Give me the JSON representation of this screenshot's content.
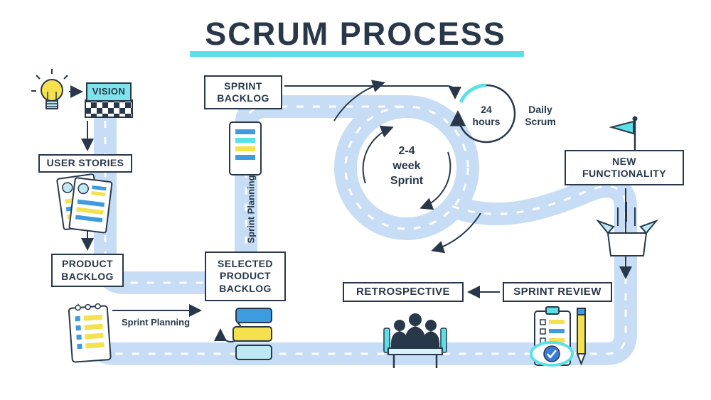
{
  "title": "SCRUM PROCESS",
  "nodes": {
    "vision": {
      "label": "VISION"
    },
    "user_stories": {
      "label": "USER STORIES"
    },
    "product_backlog": {
      "label": "PRODUCT BACKLOG"
    },
    "selected_product_backlog": {
      "label": "SELECTED PRODUCT BACKLOG"
    },
    "sprint_backlog": {
      "label": "SPRINT BACKLOG"
    },
    "new_functionality": {
      "label": "NEW FUNCTIONALITY"
    },
    "sprint_review": {
      "label": "SPRINT REVIEW"
    },
    "retrospective": {
      "label": "RETROSPECTIVE"
    }
  },
  "labels": {
    "sprint_planning_vertical": "Sprint Planning",
    "sprint_planning_horizontal": "Sprint Planning",
    "sprint_duration": "2-4 week Sprint",
    "daily_cycle_duration": "24 hours",
    "daily_scrum": "Daily Scrum"
  },
  "icons": [
    "lightbulb-icon",
    "checkered-flag-icon",
    "user-story-cards-icon",
    "product-backlog-notepad-icon",
    "selected-backlog-bars-icon",
    "sprint-backlog-doc-icon",
    "daily-scrum-loop-icon",
    "goal-flag-icon",
    "new-release-box-icon",
    "sprint-review-checklist-icon",
    "retrospective-team-icon"
  ],
  "colors": {
    "ink": "#28384a",
    "accent_cyan": "#5ce0e8",
    "road_blue": "#c6ddf5",
    "bar_blue": "#3f9be0",
    "bar_yellow": "#f5e04e",
    "vision_fill": "#7fe3ec"
  }
}
